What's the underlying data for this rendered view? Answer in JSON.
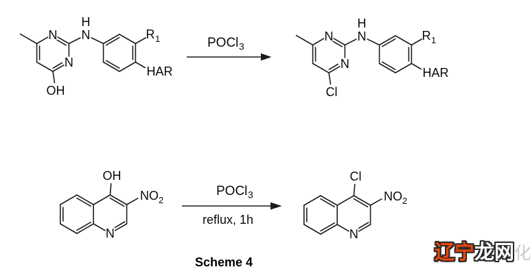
{
  "caption": "Scheme 4",
  "reaction1": {
    "reagent": {
      "formula": "POCl",
      "subscript": "3"
    },
    "reactant": {
      "ring_n_top": "N",
      "ring_n_right": "N",
      "amine_h": "H",
      "amine_n": "N",
      "hydroxyl": "OH",
      "substituent_r": "R",
      "substituent_r_sub": "1",
      "substituent_har": "HAR"
    },
    "product": {
      "ring_n_top": "N",
      "ring_n_right": "N",
      "amine_h": "H",
      "amine_n": "N",
      "chloro": "Cl",
      "substituent_r": "R",
      "substituent_r_sub": "1",
      "substituent_har": "HAR"
    }
  },
  "reaction2": {
    "reagent": {
      "formula": "POCl",
      "subscript": "3"
    },
    "conditions": "reflux, 1h",
    "reactant": {
      "hydroxyl": "OH",
      "nitro": "NO",
      "nitro_sub": "2",
      "ring_n": "N"
    },
    "product": {
      "chloro": "Cl",
      "nitro": "NO",
      "nitro_sub": "2",
      "ring_n": "N"
    }
  },
  "watermark": {
    "text_primary": "辽宁",
    "text_secondary": "龙网",
    "text_faint": "化"
  },
  "colors": {
    "bond": "#1d1d1b",
    "text": "#0a0a0a",
    "watermark_primary": "#e8450d",
    "watermark_secondary": "#ffffff",
    "watermark_outline": "#2b2b28",
    "watermark_faint": "#c9c9c9",
    "background": "#ffffff"
  }
}
